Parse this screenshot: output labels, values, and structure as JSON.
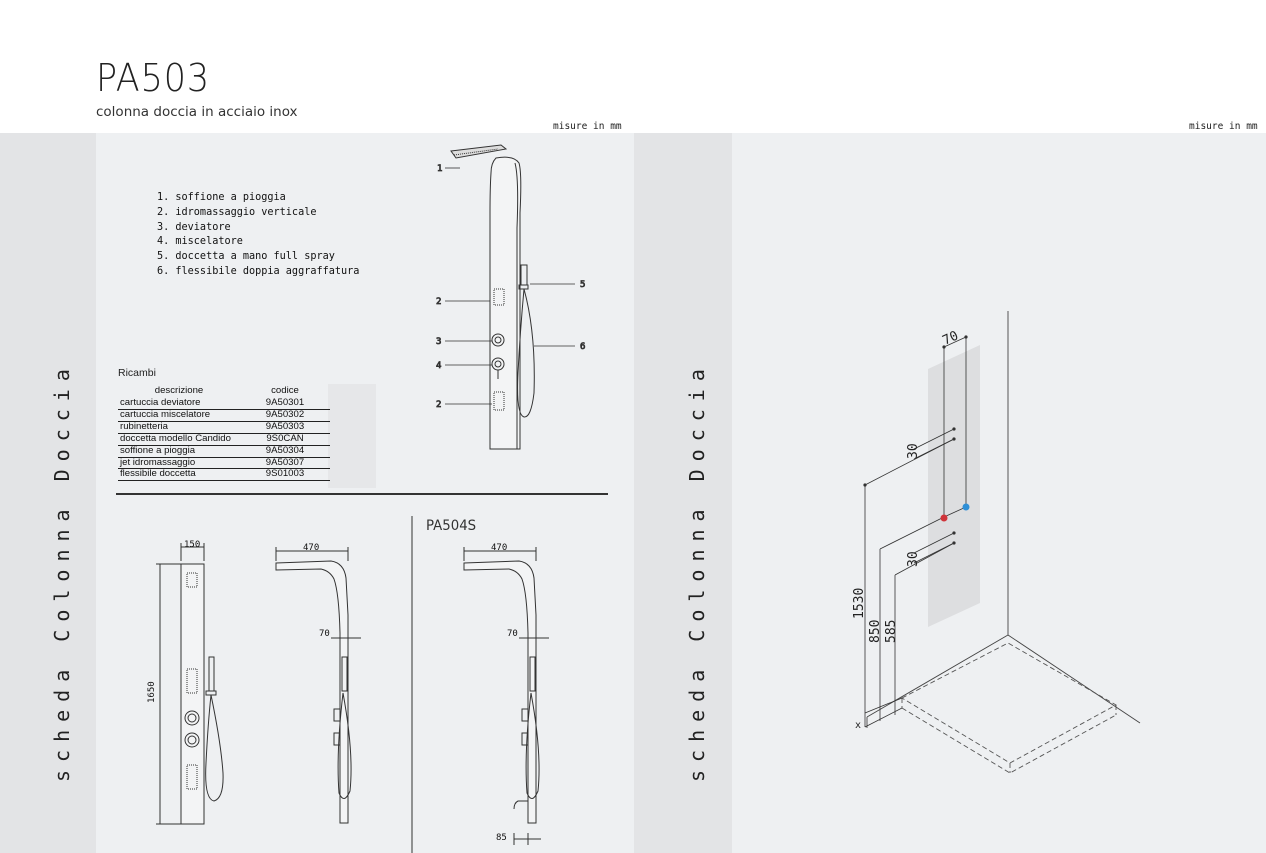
{
  "header": {
    "title": "PA503",
    "subtitle": "colonna doccia in acciaio inox"
  },
  "units_label_left": "misure in mm",
  "units_label_right": "misure in mm",
  "sidebar_text": "scheda Colonna Doccia",
  "legend": [
    "1. soffione a pioggia",
    "2. idromassaggio verticale",
    "3. deviatore",
    "4. miscelatore",
    "5. doccetta a mano full spray",
    "6. flessibile doppia aggraffatura"
  ],
  "callouts": [
    "1",
    "2",
    "3",
    "4",
    "2",
    "5",
    "6"
  ],
  "ricambi": {
    "title": "Ricambi",
    "headers": [
      "descrizione",
      "codice"
    ],
    "rows": [
      [
        "cartuccia deviatore",
        "9A50301"
      ],
      [
        "cartuccia miscelatore",
        "9A50302"
      ],
      [
        "rubinetteria",
        "9A50303"
      ],
      [
        "doccetta modello Candido",
        "9S0CAN"
      ],
      [
        "soffione a pioggia",
        "9A50304"
      ],
      [
        "jet idromassaggio",
        "9A50307"
      ],
      [
        "flessibile doccetta",
        "9S01003"
      ]
    ]
  },
  "dimensions_front": {
    "width": "150",
    "height": "1650"
  },
  "dimensions_side": {
    "depth": "470",
    "offset": "70"
  },
  "model_2": {
    "name": "PA504S",
    "depth": "470",
    "offset": "70",
    "spout": "85"
  },
  "installation": {
    "width": "70",
    "spacing_top": "30",
    "spacing_bottom": "30",
    "height_top": "1530",
    "height_mid": "850",
    "height_low": "585",
    "origin": "x"
  },
  "colors": {
    "hot": "#d0343a",
    "cold": "#2f8fd6",
    "panel": "#eef0f2",
    "sidebar": "#e3e4e6"
  }
}
